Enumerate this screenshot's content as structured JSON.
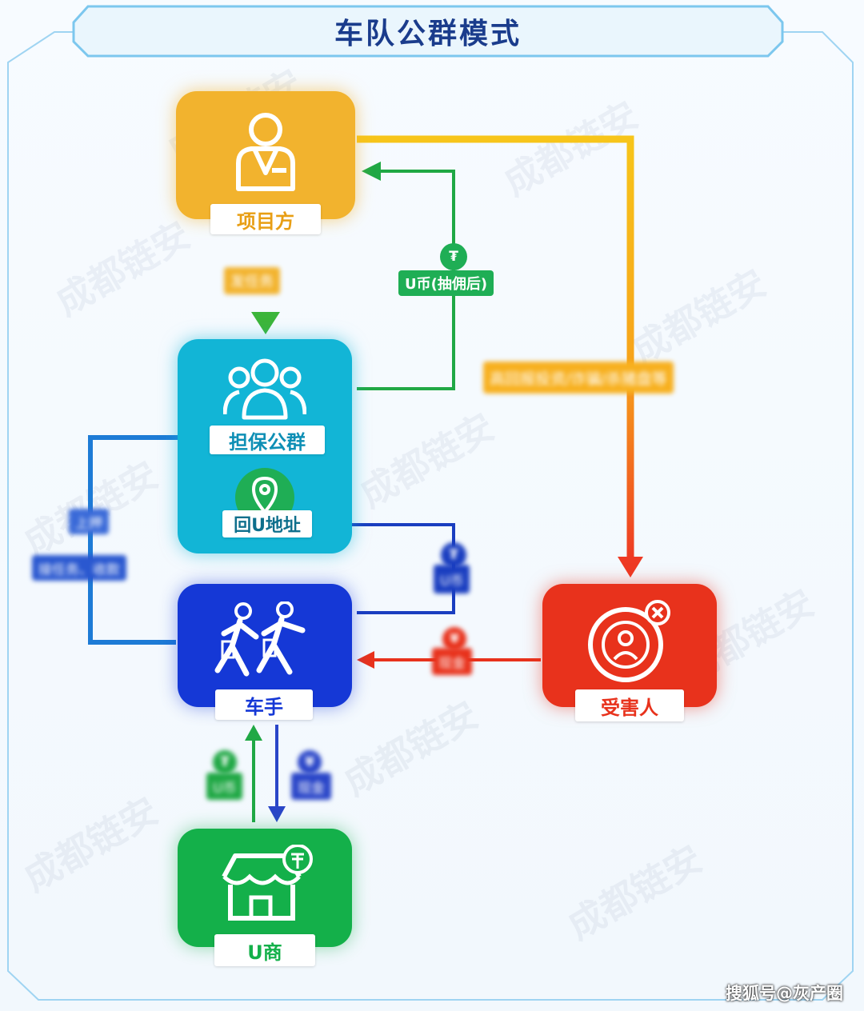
{
  "title": "车队公群模式",
  "watermark": "成都链安",
  "nodes": {
    "project": {
      "label": "项目方",
      "color": "#f2b32e"
    },
    "guarantee": {
      "label": "担保公群",
      "color": "#12b5d6",
      "sublabel": "回U地址"
    },
    "driver": {
      "label": "车手",
      "color": "#1538d6"
    },
    "victim": {
      "label": "受害人",
      "color": "#e8321c"
    },
    "ushop": {
      "label": "U商",
      "color": "#14b04a"
    }
  },
  "edges": {
    "project_to_guarantee": "发任务",
    "guarantee_to_project": "U币(抽佣后)",
    "project_to_victim": "高回报投资/诈骗/杀猪盘等",
    "driver_to_guarantee_1": "上押",
    "driver_to_guarantee_2": "接任务、收款",
    "driver_to_return_address": "U币",
    "victim_to_driver": "现金",
    "ushop_to_driver": "U币",
    "driver_to_ushop": "现金"
  },
  "footer": "搜狐号@灰产圈"
}
